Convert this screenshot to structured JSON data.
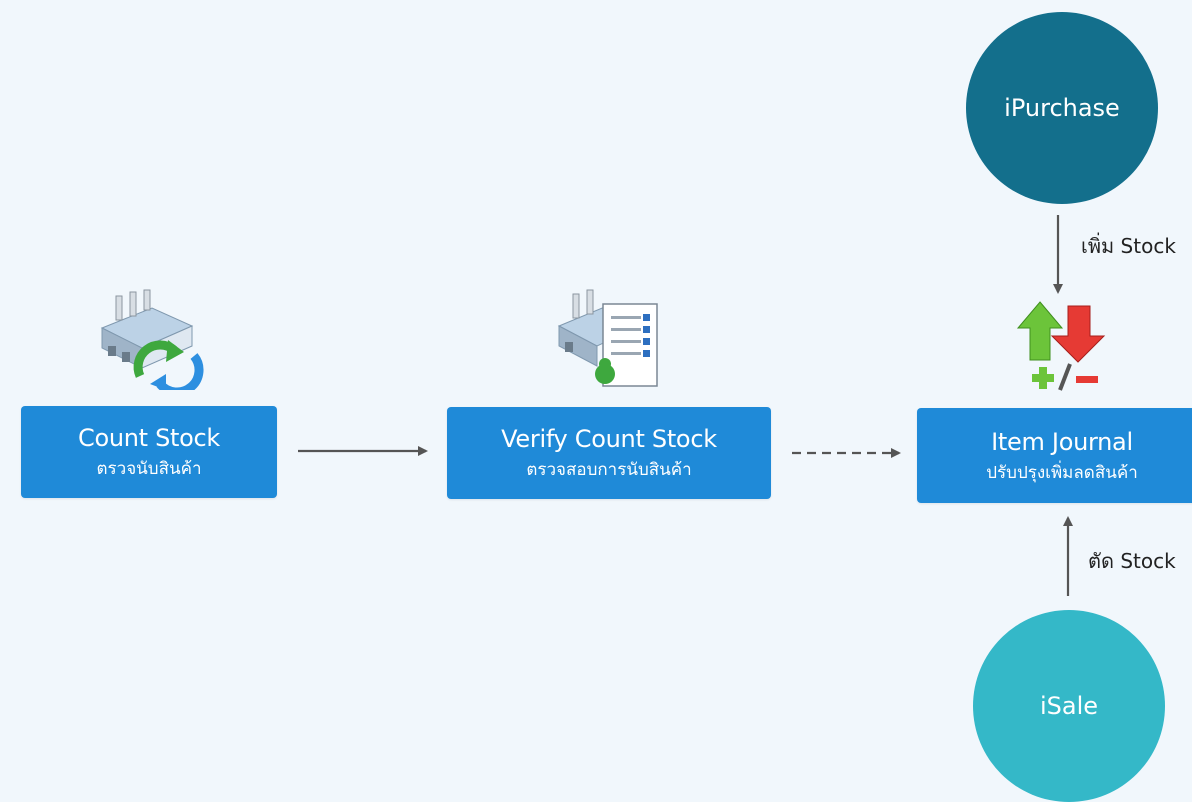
{
  "nodes": {
    "count_stock": {
      "title": "Count Stock",
      "subtitle": "ตรวจนับสินค้า"
    },
    "verify_count_stock": {
      "title": "Verify Count Stock",
      "subtitle": "ตรวจสอบการนับสินค้า"
    },
    "item_journal": {
      "title": "Item Journal",
      "subtitle": "ปรับปรุงเพิ่มลดสินค้า"
    },
    "ipurchase": {
      "title": "iPurchase"
    },
    "isale": {
      "title": "iSale"
    }
  },
  "edges": {
    "purchase_to_journal": "เพิ่ม Stock",
    "sale_to_journal": "ตัด Stock"
  },
  "colors": {
    "box": "#1f8ad8",
    "ipurchase": "#136f8c",
    "isale": "#34b8c8",
    "arrow": "#555555"
  },
  "icons": {
    "count_stock": "warehouse-refresh-icon",
    "verify_count_stock": "warehouse-checklist-icon",
    "item_journal": "increase-decrease-icon"
  }
}
